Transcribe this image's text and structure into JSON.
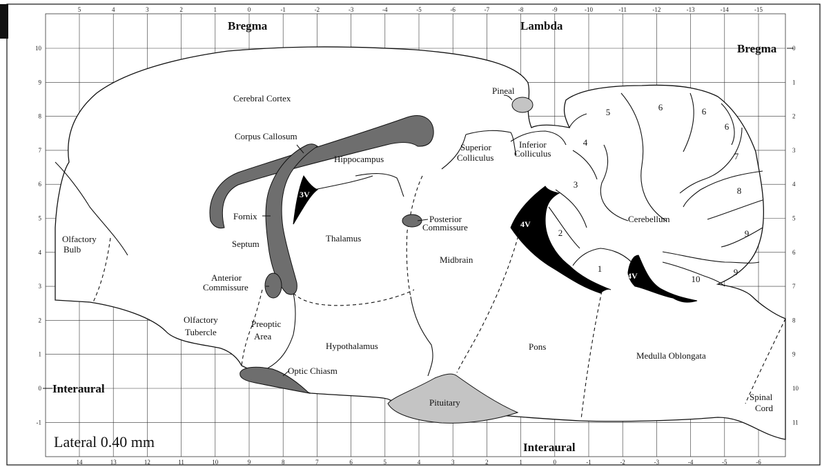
{
  "diagram": {
    "lateral": "Lateral 0.40 mm",
    "refs": {
      "bregma_top": "Bregma",
      "lambda": "Lambda",
      "bregma_right": "Bregma",
      "interaural_left": "Interaural",
      "interaural_bottom": "Interaural"
    },
    "top_ticks": [
      "5",
      "4",
      "3",
      "2",
      "1",
      "0",
      "-1",
      "-2",
      "-3",
      "-4",
      "-5",
      "-6",
      "-7",
      "-8",
      "-9",
      "-10",
      "-11",
      "-12",
      "-13",
      "-14",
      "-15"
    ],
    "bottom_ticks": [
      "14",
      "13",
      "12",
      "11",
      "10",
      "9",
      "8",
      "7",
      "6",
      "5",
      "4",
      "3",
      "2",
      "1",
      "0",
      "-1",
      "-2",
      "-3",
      "-4",
      "-5",
      "-6"
    ],
    "left_ticks": [
      "10",
      "9",
      "8",
      "7",
      "6",
      "5",
      "4",
      "3",
      "2",
      "1",
      "0",
      "-1"
    ],
    "right_ticks": [
      "0",
      "1",
      "2",
      "3",
      "4",
      "5",
      "6",
      "7",
      "8",
      "9",
      "10",
      "11"
    ],
    "regions": {
      "cerebral_cortex": "Cerebral Cortex",
      "corpus_callosum": "Corpus Callosum",
      "hippocampus": "Hippocampus",
      "superior_colliculus_1": "Superior",
      "superior_colliculus_2": "Colliculus",
      "inferior_colliculus_1": "Inferior",
      "inferior_colliculus_2": "Colliculus",
      "pineal": "Pineal",
      "third_ventricle": "3V",
      "fornix": "Fornix",
      "septum": "Septum",
      "thalamus": "Thalamus",
      "posterior_commissure_1": "Posterior",
      "posterior_commissure_2": "Commissure",
      "midbrain": "Midbrain",
      "olfactory_bulb_1": "Olfactory",
      "olfactory_bulb_2": "Bulb",
      "anterior_commissure_1": "Anterior",
      "anterior_commissure_2": "Commissure",
      "olfactory_tubercle_1": "Olfactory",
      "olfactory_tubercle_2": "Tubercle",
      "preoptic_1": "Preoptic",
      "preoptic_2": "Area",
      "hypothalamus": "Hypothalamus",
      "optic_chiasm": "Optic Chiasm",
      "pituitary": "Pituitary",
      "pons": "Pons",
      "medulla": "Medulla Oblongata",
      "spinal_cord_1": "Spinal",
      "spinal_cord_2": "Cord",
      "cerebellum": "Cerebellum",
      "fourth_ventricle_a": "4V",
      "fourth_ventricle_b": "4V",
      "lobules": [
        "5",
        "6",
        "6",
        "6",
        "7",
        "8",
        "9",
        "9",
        "10",
        "1",
        "2",
        "3",
        "4"
      ]
    },
    "colors": {
      "structure_dark": "#6e6e6e",
      "structure_light": "#c4c4c4",
      "ventricle": "#000000",
      "grid": "#333333"
    }
  }
}
